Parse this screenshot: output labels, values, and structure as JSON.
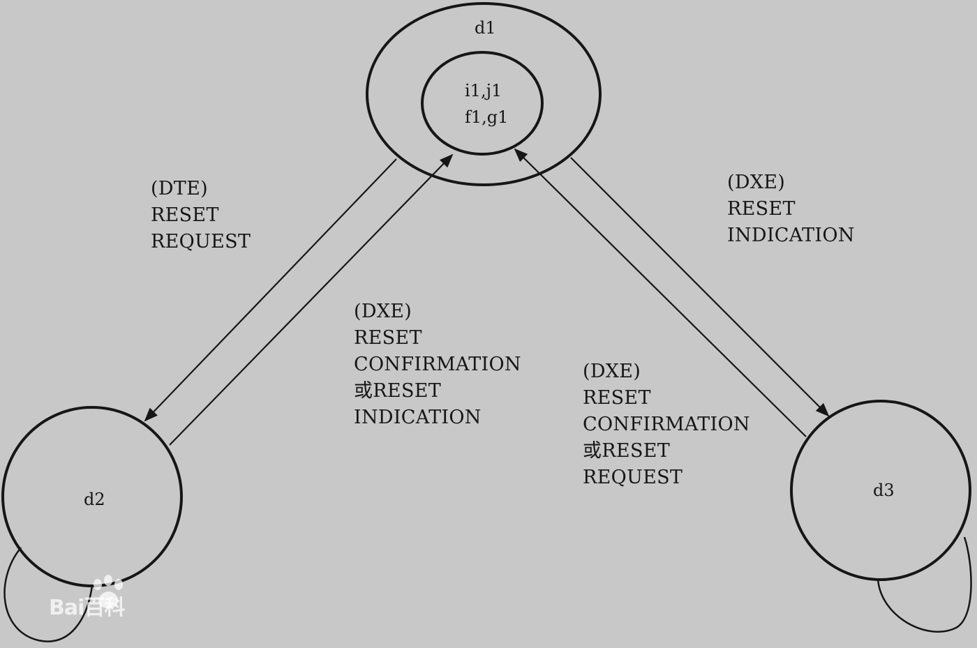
{
  "states": {
    "d1": {
      "name": "d1",
      "inner_lines": [
        "i1,j1",
        "f1,g1"
      ]
    },
    "d2": {
      "name": "d2"
    },
    "d3": {
      "name": "d3"
    }
  },
  "transitions": {
    "d1_to_d2": [
      "(DTE)",
      "RESET",
      "REQUEST"
    ],
    "d2_to_d1": [
      "(DXE)",
      "RESET",
      "CONFIRMATION",
      "或RESET",
      "INDICATION"
    ],
    "d1_to_d3": [
      "(DXE)",
      "RESET",
      "INDICATION"
    ],
    "d3_to_d1": [
      "(DXE)",
      "RESET",
      "CONFIRMATION",
      "或RESET",
      "REQUEST"
    ]
  },
  "watermark": {
    "text": "Bai百科",
    "logo": "baidu-paw-logo"
  },
  "colors": {
    "paper": "#c8c8c8",
    "ink": "#161616",
    "watermark": "#ffffff"
  }
}
